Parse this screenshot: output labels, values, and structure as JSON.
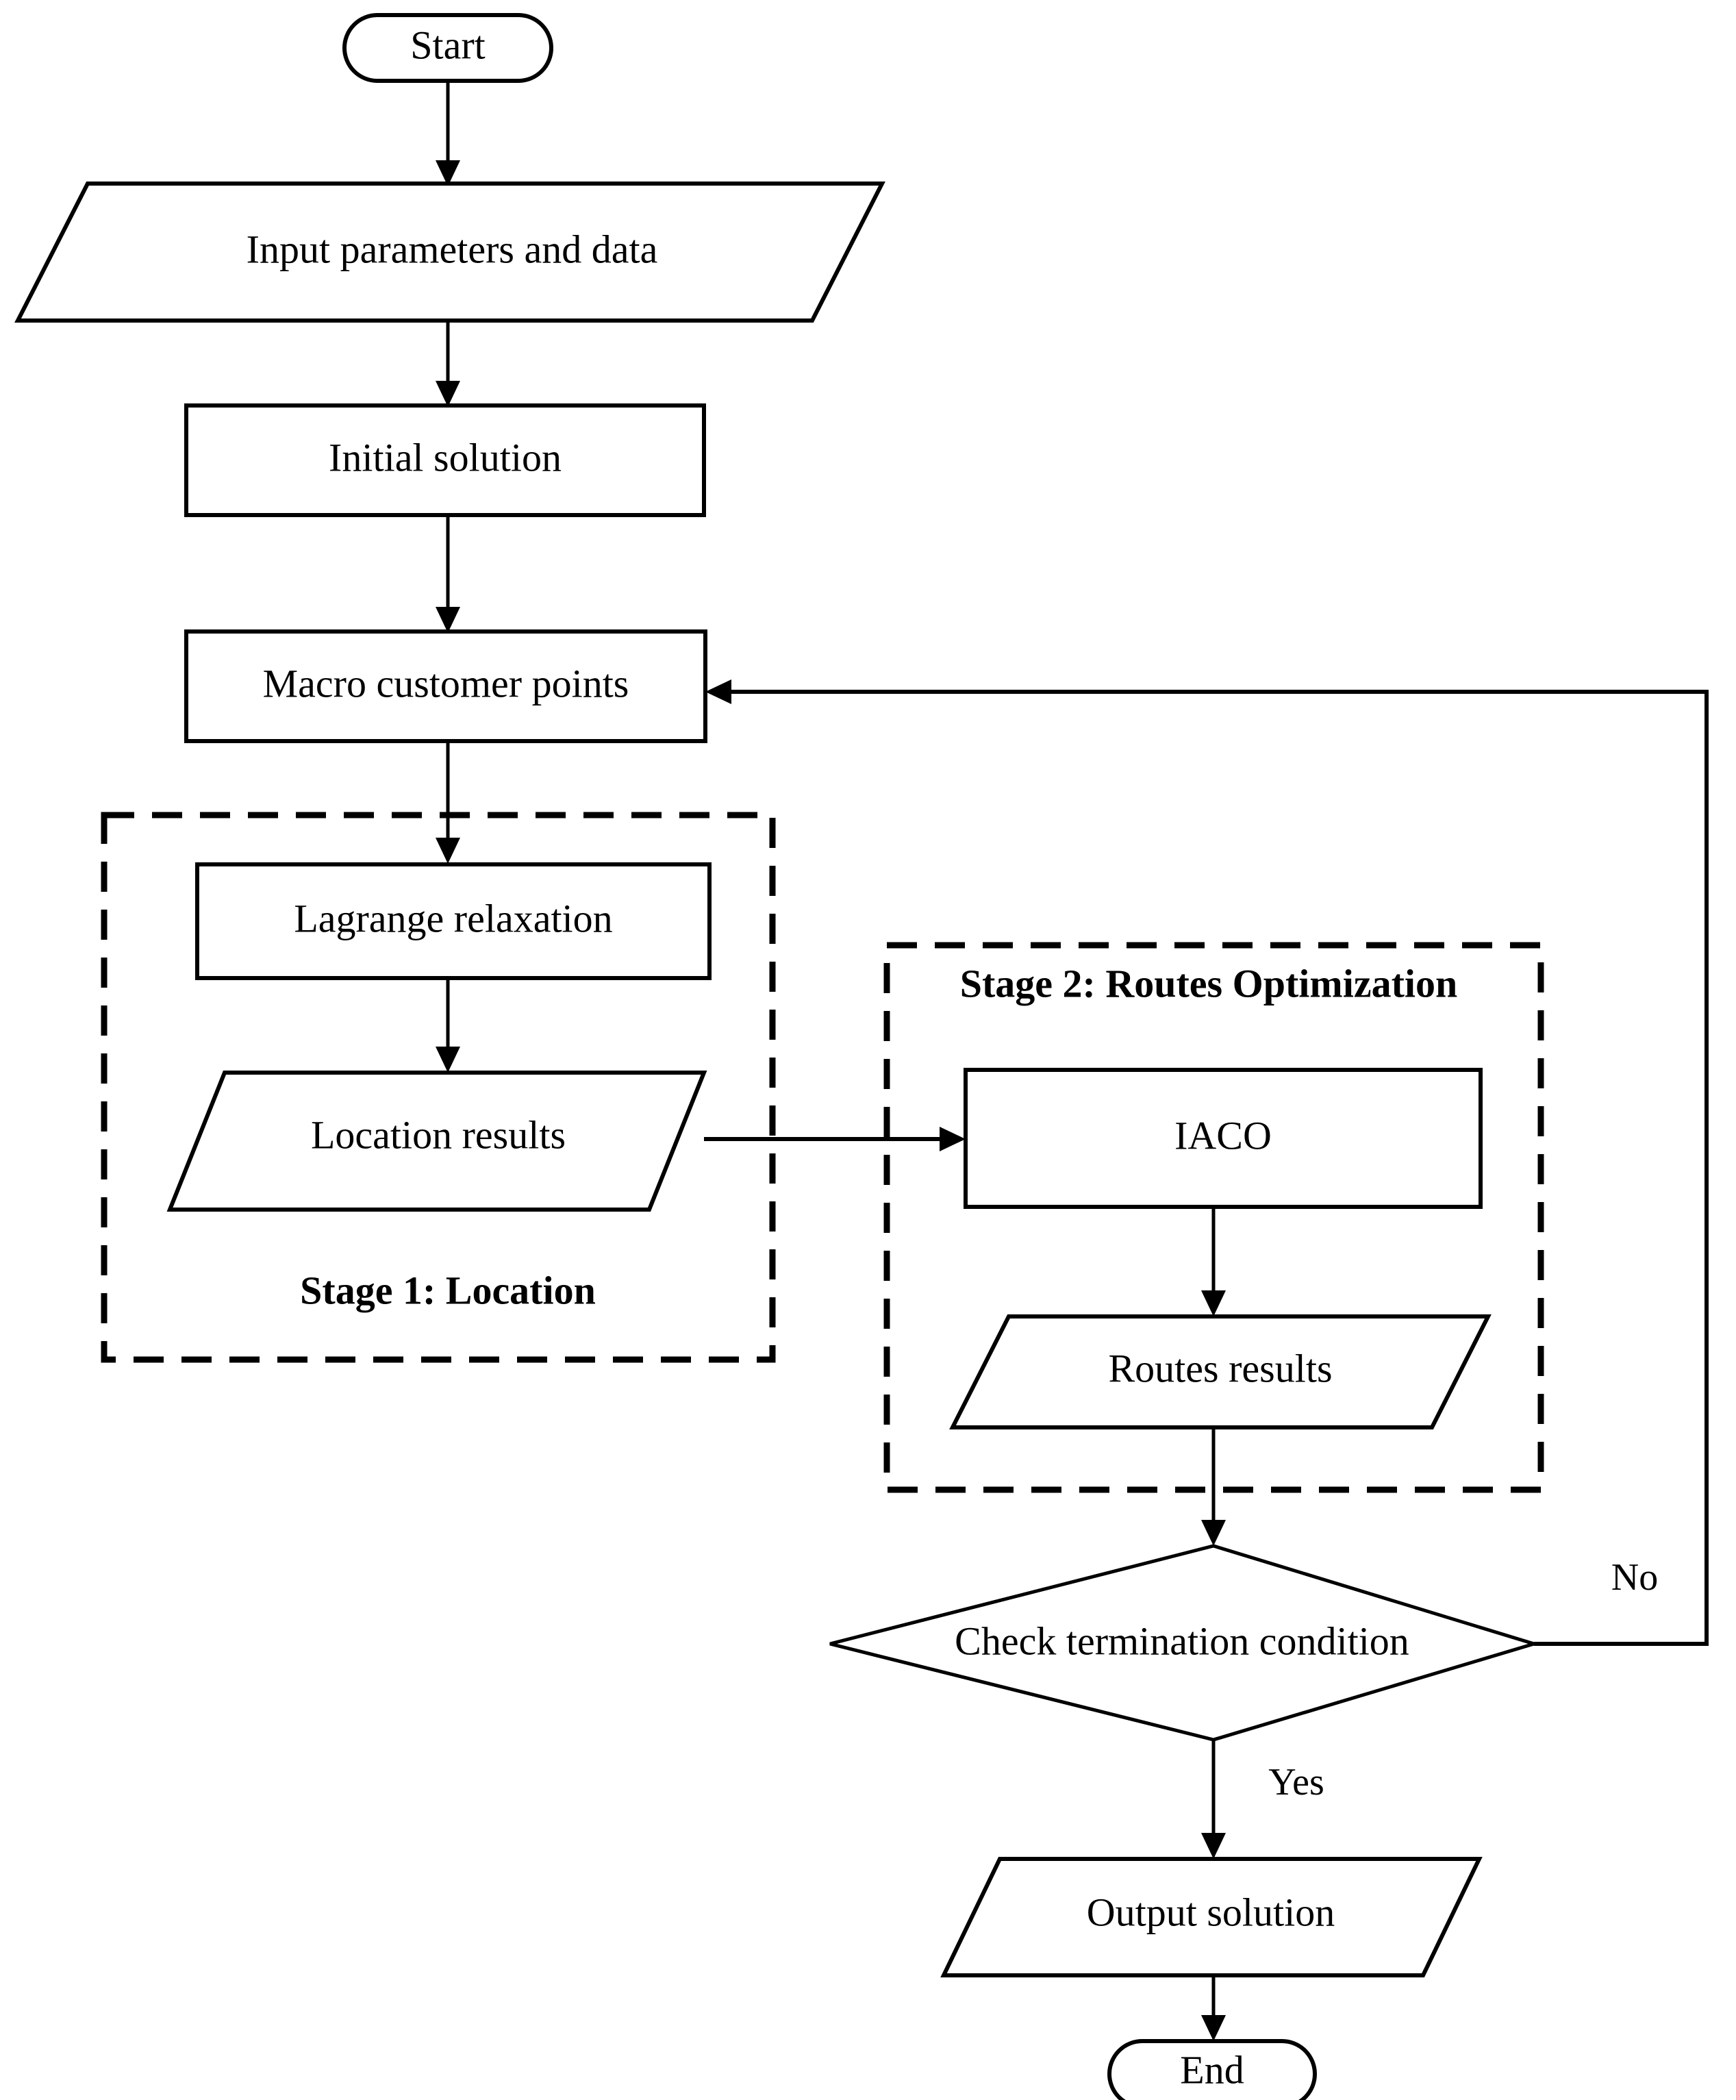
{
  "diagram": {
    "title": "Two-stage location-routing optimization flowchart",
    "background_color": "#ffffff",
    "line_color": "#000000"
  },
  "nodes": {
    "start": {
      "label": "Start",
      "shape": "terminator"
    },
    "input": {
      "label": "Input parameters and data",
      "shape": "parallelogram"
    },
    "initial_solution": {
      "label": "Initial solution",
      "shape": "rectangle"
    },
    "macro_customer_points": {
      "label": "Macro customer points",
      "shape": "rectangle"
    },
    "lagrange": {
      "label": "Lagrange relaxation",
      "shape": "rectangle"
    },
    "location_results": {
      "label": "Location results",
      "shape": "parallelogram"
    },
    "iaco": {
      "label": "IACO",
      "shape": "rectangle"
    },
    "routes_results": {
      "label": "Routes results",
      "shape": "parallelogram"
    },
    "check_termination": {
      "label": "Check termination condition",
      "shape": "diamond"
    },
    "output_solution": {
      "label": "Output solution",
      "shape": "parallelogram"
    },
    "end": {
      "label": "End",
      "shape": "terminator"
    }
  },
  "groups": {
    "stage1": {
      "label": "Stage 1: Location",
      "style": "dashed"
    },
    "stage2": {
      "label": "Stage 2: Routes Optimization",
      "style": "dashed"
    }
  },
  "edge_labels": {
    "no": "No",
    "yes": "Yes"
  }
}
